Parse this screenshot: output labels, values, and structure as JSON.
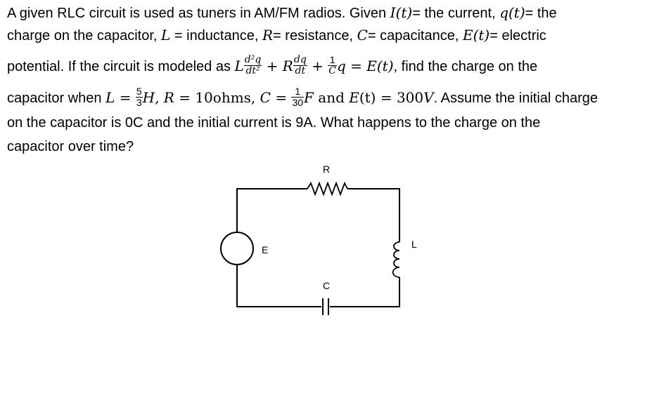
{
  "problem": {
    "l1_a": "A given RLC circuit is used as tuners in AM/FM radios. Given ",
    "l1_b": "I(t)",
    "l1_c": "= the current, ",
    "l1_d": "q(t)",
    "l1_e": "= the",
    "l2_a": "charge on the capacitor, ",
    "l2_b": "L",
    "l2_c": " = inductance, ",
    "l2_d": "R",
    "l2_e": "= resistance, ",
    "l2_f": "C",
    "l2_g": "= capacitance, ",
    "l2_h": "E(t)",
    "l2_i": "= electric",
    "l3_a": "potential. If the circuit is modeled as ",
    "l3_L": "L",
    "l3_f1_num": "d²q",
    "l3_f1_den": "dt²",
    "l3_plusR": " + R",
    "l3_f2_num": "dq",
    "l3_f2_den": "dt",
    "l3_plus": " + ",
    "l3_f3_num": "1",
    "l3_f3_den": "C",
    "l3_eq": "q = E(t)",
    "l3_b": ", find the charge on the",
    "l4_a": "capacitor when ",
    "l4_L": "L = ",
    "l4_f1_num": "5",
    "l4_f1_den": "3",
    "l4_b": "H, R = ",
    "l4_c": "10ohms, ",
    "l4_d": "C = ",
    "l4_f2_num": "1",
    "l4_f2_den": "30",
    "l4_e": "F",
    "l4_f": " and ",
    "l4_g": "E",
    "l4_h": "(t) = 300",
    "l4_i": "V",
    "l4_j": ". Assume the initial charge",
    "l5": "on the capacitor is 0C and the initial current is 9A. What happens to the charge on the",
    "l6": "capacitor over time?"
  },
  "circuit": {
    "label_r": "R",
    "label_e": "E",
    "label_l": "L",
    "label_c": "C"
  }
}
